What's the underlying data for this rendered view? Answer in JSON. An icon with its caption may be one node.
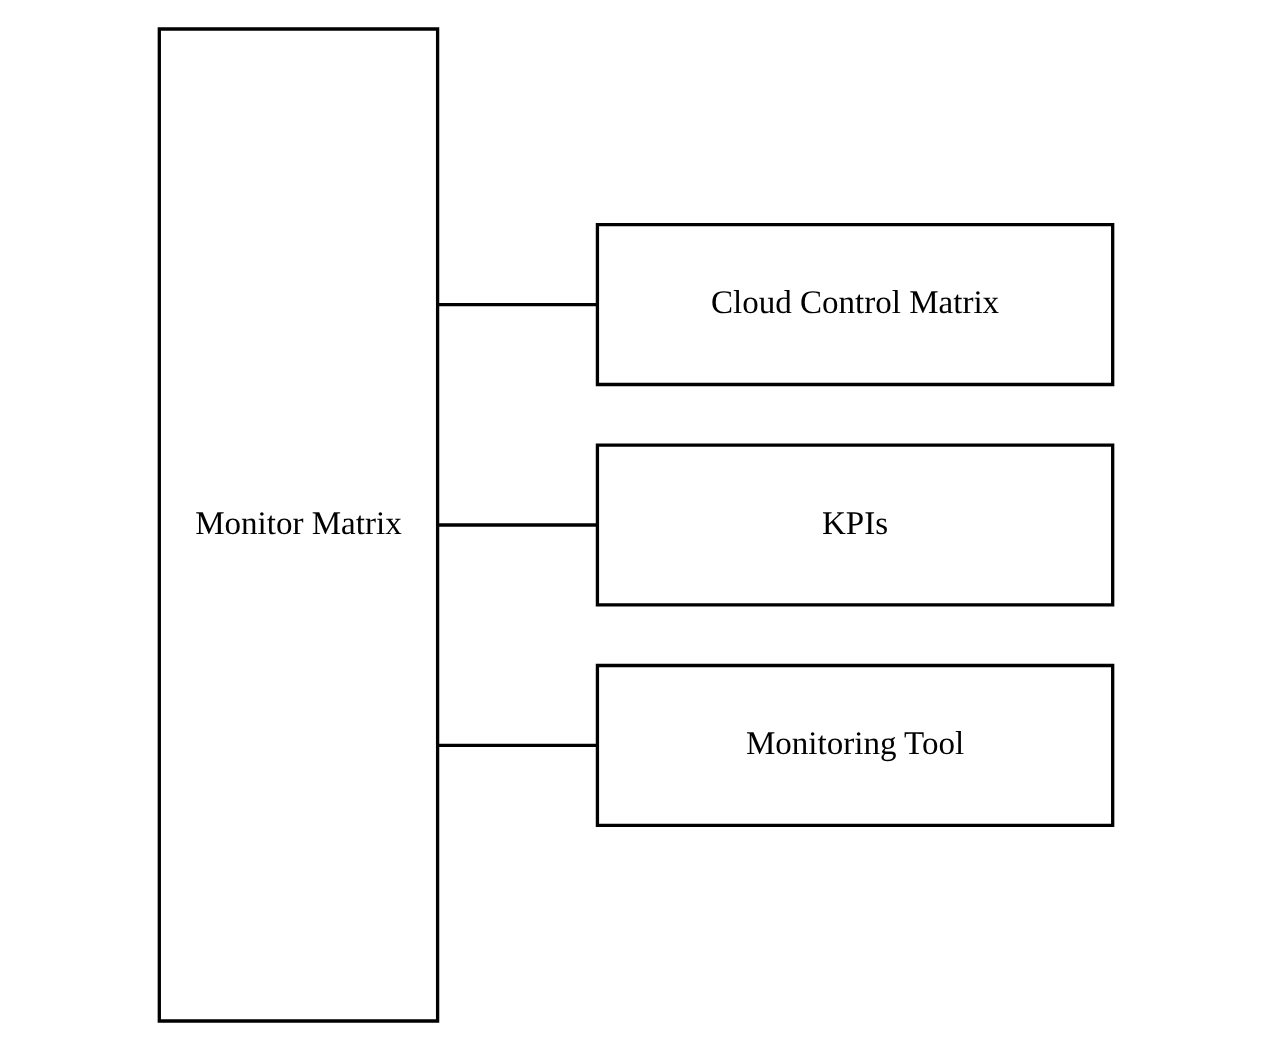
{
  "diagram": {
    "nodes": [
      {
        "text": [
          "Monitor Matrix"
        ]
      },
      {
        "text": [
          "Cloud Control Matrix"
        ]
      },
      {
        "text": [
          "KPIs"
        ]
      },
      {
        "text": [
          "Monitoring Tool"
        ]
      }
    ],
    "edges": [
      {
        "from": 0,
        "to": 1,
        "arrow": "none"
      },
      {
        "from": 0,
        "to": 2,
        "arrow": "none"
      },
      {
        "from": 0,
        "to": 3,
        "arrow": "none"
      }
    ]
  }
}
